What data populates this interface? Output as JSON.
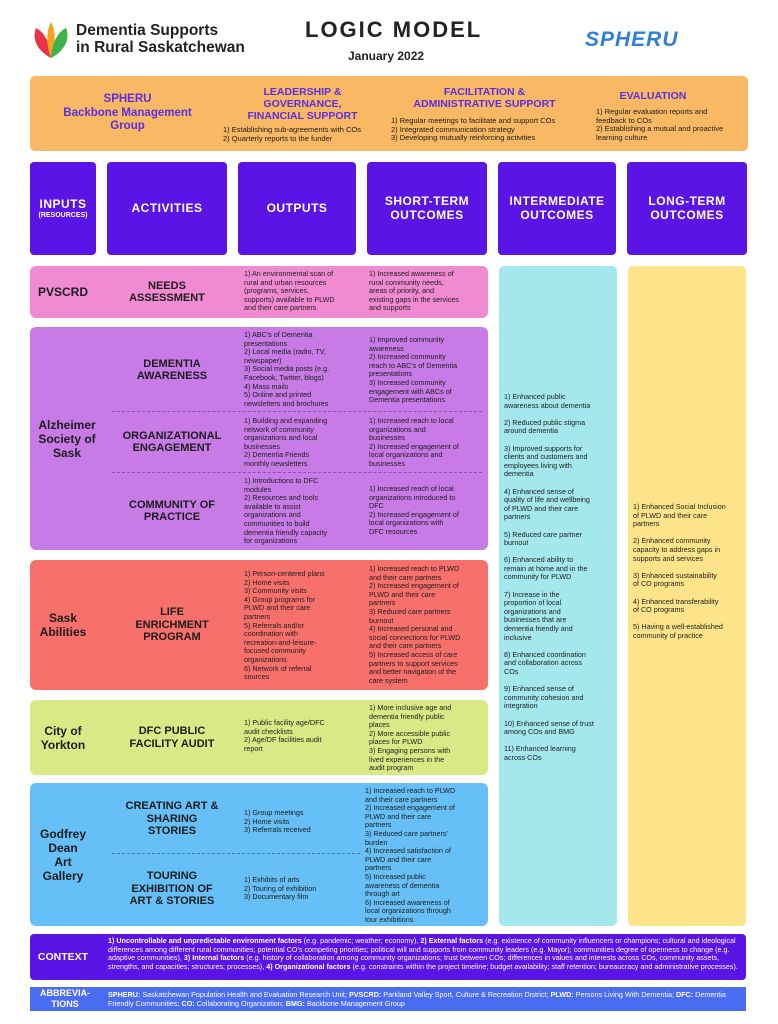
{
  "header": {
    "org_line1": "Dementia Supports",
    "org_line2": "in Rural Saskatchewan",
    "title": "LOGIC MODEL",
    "date": "January 2022",
    "logo_right": "SPHERU",
    "colors": {
      "leaf_red": "#e8334a",
      "leaf_orange": "#f7a21b",
      "leaf_green": "#3fb24a",
      "spheru_blue": "#2f7fd9"
    }
  },
  "backbone": {
    "title": "SPHERU\nBackbone Management\nGroup",
    "leadership": {
      "title": "LEADERSHIP &\nGOVERNANCE,\nFINANCIAL SUPPORT",
      "items": "1) Establishing sub-agreements with COs\n2) Quarterly reports to the funder"
    },
    "facilitation": {
      "title": "FACILITATION &\nADMINISTRATIVE SUPPORT",
      "items": "1) Regular meetings to facilitate and support COs\n2) Integrated communication strategy\n3) Developing mutually reinforcing activities"
    },
    "evaluation": {
      "title": "EVALUATION",
      "items": "1) Regular evaluation reports and\nfeedback to COs\n2) Establishing a mutual and proactive\nlearning culture"
    }
  },
  "columns": {
    "inputs": "INPUTS",
    "inputs_sub": "(RESOURCES)",
    "activities": "ACTIVITIES",
    "outputs": "OUTPUTS",
    "short_term": "SHORT-TERM\nOUTCOMES",
    "intermediate": "INTERMEDIATE\nOUTCOMES",
    "long_term": "LONG-TERM\nOUTCOMES"
  },
  "rows": {
    "pvscrd": {
      "input": "PVSCRD",
      "activity": "NEEDS\nASSESSMENT",
      "output": "1) An environmental scan of\nrural and urban resources\n(programs, services,\nsupports) available to PLWD\nand their care partners",
      "short": "1) Increased awareness of\nrural community needs,\nareas of priority, and\nexisting gaps in the services\nand supports"
    },
    "alz": {
      "input": "Alzheimer\nSociety of\nSask",
      "a1": {
        "activity": "DEMENTIA\nAWARENESS",
        "output": "1) ABC's of Dementia\npresentations\n2) Local media (radio, TV,\nnewspaper)\n3) Social media posts (e.g.\nFacebook, Twitter, blogs)\n4) Mass mails\n5) Online and printed\nnewsletters and brochures",
        "short": "1) Improved community\nawareness\n2) Increased community\nreach to ABC's of Dementia\npresentations\n3) Increased community\nengagement with ABCs of\nDementia presentations"
      },
      "a2": {
        "activity": "ORGANIZATIONAL\nENGAGEMENT",
        "output": "1) Building and expanding\nnetwork of community\norganizations and local\nbusinesses\n2) Dementia Friends\nmonthly newsletters",
        "short": "1) Increased reach to local\norganizations and\nbusinesses\n2) Increased engagement of\nlocal organizations and\nbusinesses"
      },
      "a3": {
        "activity": "COMMUNITY OF\nPRACTICE",
        "output": "1) Introductions to DFC\nmodules\n2) Resources and tools\navailable to assist\norganizations and\ncommunities to build\ndementia friendly capacity\nfor organizations",
        "short": "1) Increased reach of local\norganizations introduced to\nDFC\n2) Increased engagement of\nlocal organizations with\nDFC resources"
      }
    },
    "sask": {
      "input": "Sask\nAbilities",
      "activity": "LIFE\nENRICHMENT\nPROGRAM",
      "output": "1) Person-centered plans\n2) Home visits\n3) Community visits\n4) Group programs for\nPLWD and their care\npartners\n5) Referrals and/or\ncoordination with\nrecreation-and-leisure-\nfocused community\norganizations\n6) Network of referral\nsources",
      "short": "1) Increased reach to PLWD\nand their care partners\n2) Increased engagement of\nPLWD and their care\npartners\n3) Reduced care partners\nburnout\n4) Increased personal and\nsocial connections for PLWD\nand their care partners\n5) Increased access of care\npartners to support services\nand better navigation of the\ncare system"
    },
    "yorkton": {
      "input": "City of\nYorkton",
      "activity": "DFC PUBLIC\nFACILITY AUDIT",
      "output": "1) Public facility age/DFC\naudit checklists\n2) Age/DF facilities audit\nreport",
      "short": "1) More inclusive age and\ndementia friendly public\nplaces\n2) More accessible public\nplaces for PLWD\n3) Engaging persons with\nlived experiences in the\naudit program"
    },
    "godfrey": {
      "input": "Godfrey\nDean\nArt\nGallery",
      "a1": {
        "activity": "CREATING ART &\nSHARING\nSTORIES",
        "output": "1) Group meetings\n2) Home visits\n3) Referrals received"
      },
      "a2": {
        "activity": "TOURING\nEXHIBITION OF\nART & STORIES",
        "output": "1)  Exhibits of arts\n2) Touring of exhibition\n3) Documentary film"
      },
      "short": "1) Increased reach to PLWD\nand their care partners\n2) Increased engagement of\nPLWD and their care\npartners\n3) Reduced care partners'\nburden\n4) Increased satisfaction of\nPLWD and their care\npartners\n5) Increased public\nawareness of dementia\nthrough art\n6) Increased awareness of\nlocal organizations through\ntour exhibitions"
    }
  },
  "intermediate_outcomes": "1) Enhanced public\nawareness about dementia\n\n2) Reduced public stigma\naround dementia\n\n3) Improved supports for\nclients and customers and\nemployees living with\ndementia\n\n4) Enhanced sense of\nquality of life and wellbeing\nof PLWD and their care\npartners\n\n5) Reduced care partner\nburnout\n\n6) Enhanced ability to\nremain at home and in the\ncommunity for PLWD\n\n7) Increase in the\nproportion of local\norganizations and\nbusinesses that are\ndementia friendly and\ninclusive\n\n8) Enhanced coordination\nand collaboration across\nCOs\n\n9) Enhanced sense of\ncommunity cohesion and\nintegration\n\n10) Enhanced sense of trust\namong COs and BMG\n\n11) Enhanced learning\nacross COs",
  "long_term_outcomes": "1) Enhanced Social Inclusion\nof PLWD and their care\npartners\n\n2) Enhanced community\ncapacity to address gaps in\nsupports and services\n\n3) Enhanced sustainability\nof CO programs\n\n4) Enhanced transferability\nof CO programs\n\n5) Having a well-established\ncommunity of practice",
  "context": {
    "label": "CONTEXT",
    "t1b": "1) Uncontrollable and unpredictable environment factors",
    "t1": " (e.g. pandemic; weather; economy), ",
    "t2b": "2) External factors",
    "t2": " (e.g. existence of community influencers or champions; cultural and ideological differences among different rural communities; potential CO's competing priorities; political will and supports from community leaders (e.g. Mayor); communities degree of openness to change (e.g. adaptive communities), ",
    "t3b": "3) Internal factors",
    "t3": " (e.g. history of collaboration among community organizations; trust between COs; differences in values and interests across COs, community assets, strengths, and capacities; structures; processes), ",
    "t4b": "4) Organizational factors",
    "t4": " (e.g. constraints within the project timeline; budget availability; staff retention; bureaucracy and administrative processes)."
  },
  "abbreviations": {
    "label": "ABBREVIA-\nTIONS",
    "k1": "SPHERU:",
    "v1": " Saskatchewan Population Health and Evaluation Research Unit; ",
    "k2": "PVSCRD:",
    "v2": " Parkland Valley Sport, Culture & Recreation District; ",
    "k3": "PLWD:",
    "v3": " Persons Living With Dementia; ",
    "k4": "DFC:",
    "v4": " Dementia Friendly Communities; ",
    "k5": "CO:",
    "v5": " Collaborating Organization; ",
    "k6": "BMG:",
    "v6": " Backbone Management Group"
  }
}
